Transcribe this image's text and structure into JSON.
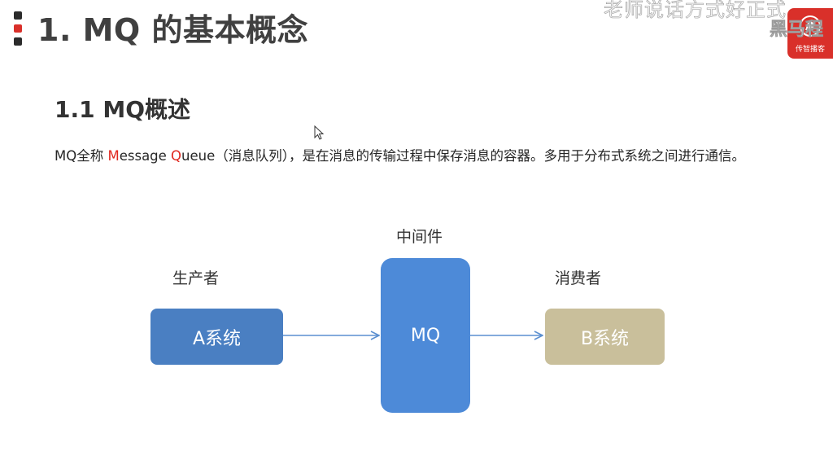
{
  "slide": {
    "title": "1. MQ 的基本概念",
    "section_title": "1.1 MQ概述",
    "paragraph": {
      "prefix": "MQ全称 ",
      "m_letter": "M",
      "m_rest": "essage ",
      "q_letter": "Q",
      "q_rest": "ueue（消息队列），是在消息的传输过程中保存消息的容器。多用于分布式系统之间进行通信。",
      "highlight_color": "#e0261d"
    }
  },
  "overlay": {
    "subtitle": "老师说话方式好正式",
    "brand": "黑马程",
    "logo_caption": "传智播客"
  },
  "diagram": {
    "middleware_label": "中间件",
    "producer_label": "生产者",
    "consumer_label": "消费者",
    "node_a": "A系统",
    "node_mq": "MQ",
    "node_b": "B系统",
    "colors": {
      "node_a": "#4a7fc2",
      "node_mq": "#4d8ad8",
      "node_b": "#c9bf9b",
      "arrow": "#5b8fd0"
    }
  }
}
